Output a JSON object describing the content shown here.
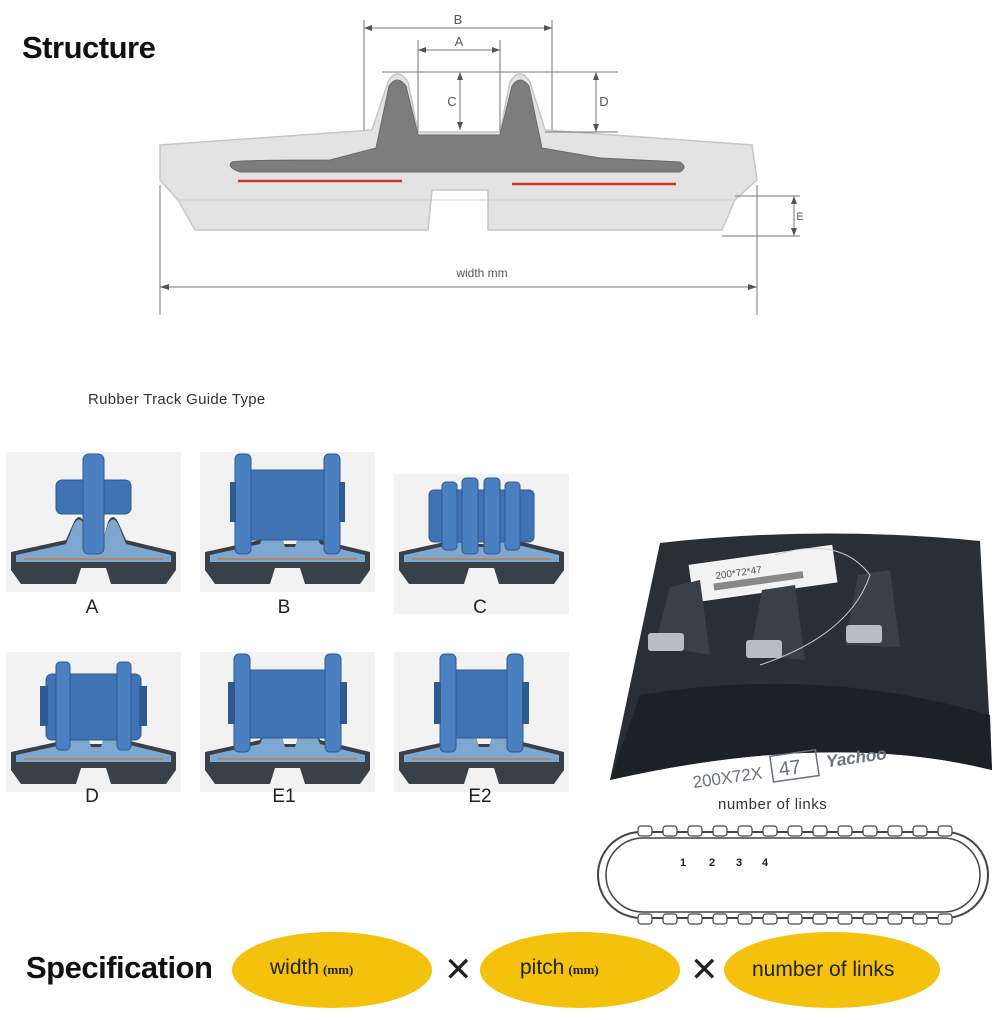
{
  "structure": {
    "title": "Structure",
    "dimension_labels": {
      "a": "A",
      "b": "B",
      "c": "C",
      "d": "D",
      "e": "E",
      "width": "width  mm"
    }
  },
  "guide_types": {
    "title": "Rubber Track Guide Type",
    "tiles": [
      {
        "label": "A",
        "roller": "single-flange"
      },
      {
        "label": "B",
        "roller": "double-flange"
      },
      {
        "label": "C",
        "roller": "ribbed-drum"
      },
      {
        "label": "D",
        "roller": "wide-drum"
      },
      {
        "label": "E1",
        "roller": "double-flange"
      },
      {
        "label": "E2",
        "roller": "double-flange"
      }
    ]
  },
  "photo": {
    "tag_text": "200*72*47",
    "marking_size": "200X72X",
    "marking_links": "47",
    "marking_brand": "Yachoo"
  },
  "links_diagram": {
    "caption": "number of links",
    "numbers": [
      "1",
      "2",
      "3",
      "4"
    ]
  },
  "specification": {
    "title": "Specification",
    "width_label": "width",
    "width_unit": "(mm)",
    "times_symbol": "✕",
    "pitch_label": "pitch",
    "pitch_unit": "(mm)",
    "links_label": "number of links"
  },
  "colors": {
    "track_light": "#e3e3e3",
    "track_core": "#7d7d7d",
    "steel_cord": "#d03a2a",
    "roller_blue": "#3f73b4",
    "rubber_dark": "#3a4048",
    "oval_yellow": "#f4c20d"
  }
}
